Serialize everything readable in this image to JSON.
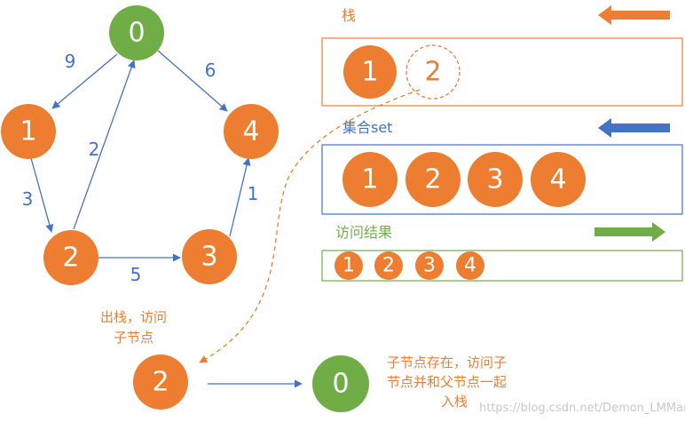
{
  "colors": {
    "orange": "#ed7d31",
    "green": "#70ad47",
    "blue": "#4472c4",
    "white": "#ffffff"
  },
  "graph": {
    "nodes": [
      {
        "id": "0",
        "label": "0",
        "color": "green"
      },
      {
        "id": "1",
        "label": "1",
        "color": "orange"
      },
      {
        "id": "2",
        "label": "2",
        "color": "orange"
      },
      {
        "id": "3",
        "label": "3",
        "color": "orange"
      },
      {
        "id": "4",
        "label": "4",
        "color": "orange"
      }
    ],
    "edges": [
      {
        "from": "0",
        "to": "1",
        "weight": "9"
      },
      {
        "from": "0",
        "to": "4",
        "weight": "6"
      },
      {
        "from": "1",
        "to": "2",
        "weight": "3"
      },
      {
        "from": "2",
        "to": "0",
        "weight": "2"
      },
      {
        "from": "2",
        "to": "3",
        "weight": "5"
      },
      {
        "from": "3",
        "to": "4",
        "weight": "1"
      }
    ]
  },
  "stack": {
    "title": "栈",
    "items": [
      "1"
    ],
    "popped": "2",
    "arrow_direction": "left"
  },
  "set": {
    "title": "集合set",
    "items": [
      "1",
      "2",
      "3",
      "4"
    ],
    "arrow_direction": "left"
  },
  "result": {
    "title": "访问结果",
    "items": [
      "1",
      "2",
      "3",
      "4"
    ],
    "arrow_direction": "right"
  },
  "bottom": {
    "pop_note_line1": "出栈，访问",
    "pop_note_line2": "子节点",
    "current": "2",
    "child": "0",
    "child_note_line1": "子节点存在，访问子",
    "child_note_line2": "节点并和父节点一起",
    "child_note_line3": "入栈"
  },
  "watermark": "https://blog.csdn.net/Demon_LMMan"
}
